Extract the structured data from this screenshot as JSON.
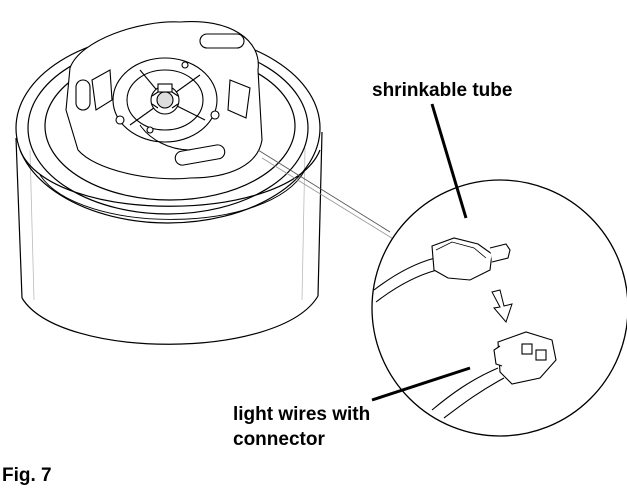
{
  "figure": {
    "caption": "Fig. 7",
    "callouts": {
      "shrinkable_tube": "shrinkable tube",
      "light_wires_line1": "light wires with",
      "light_wires_line2": "connector"
    }
  },
  "colors": {
    "line": "#000000",
    "background": "#ffffff",
    "shade": "#e6e6e6"
  }
}
